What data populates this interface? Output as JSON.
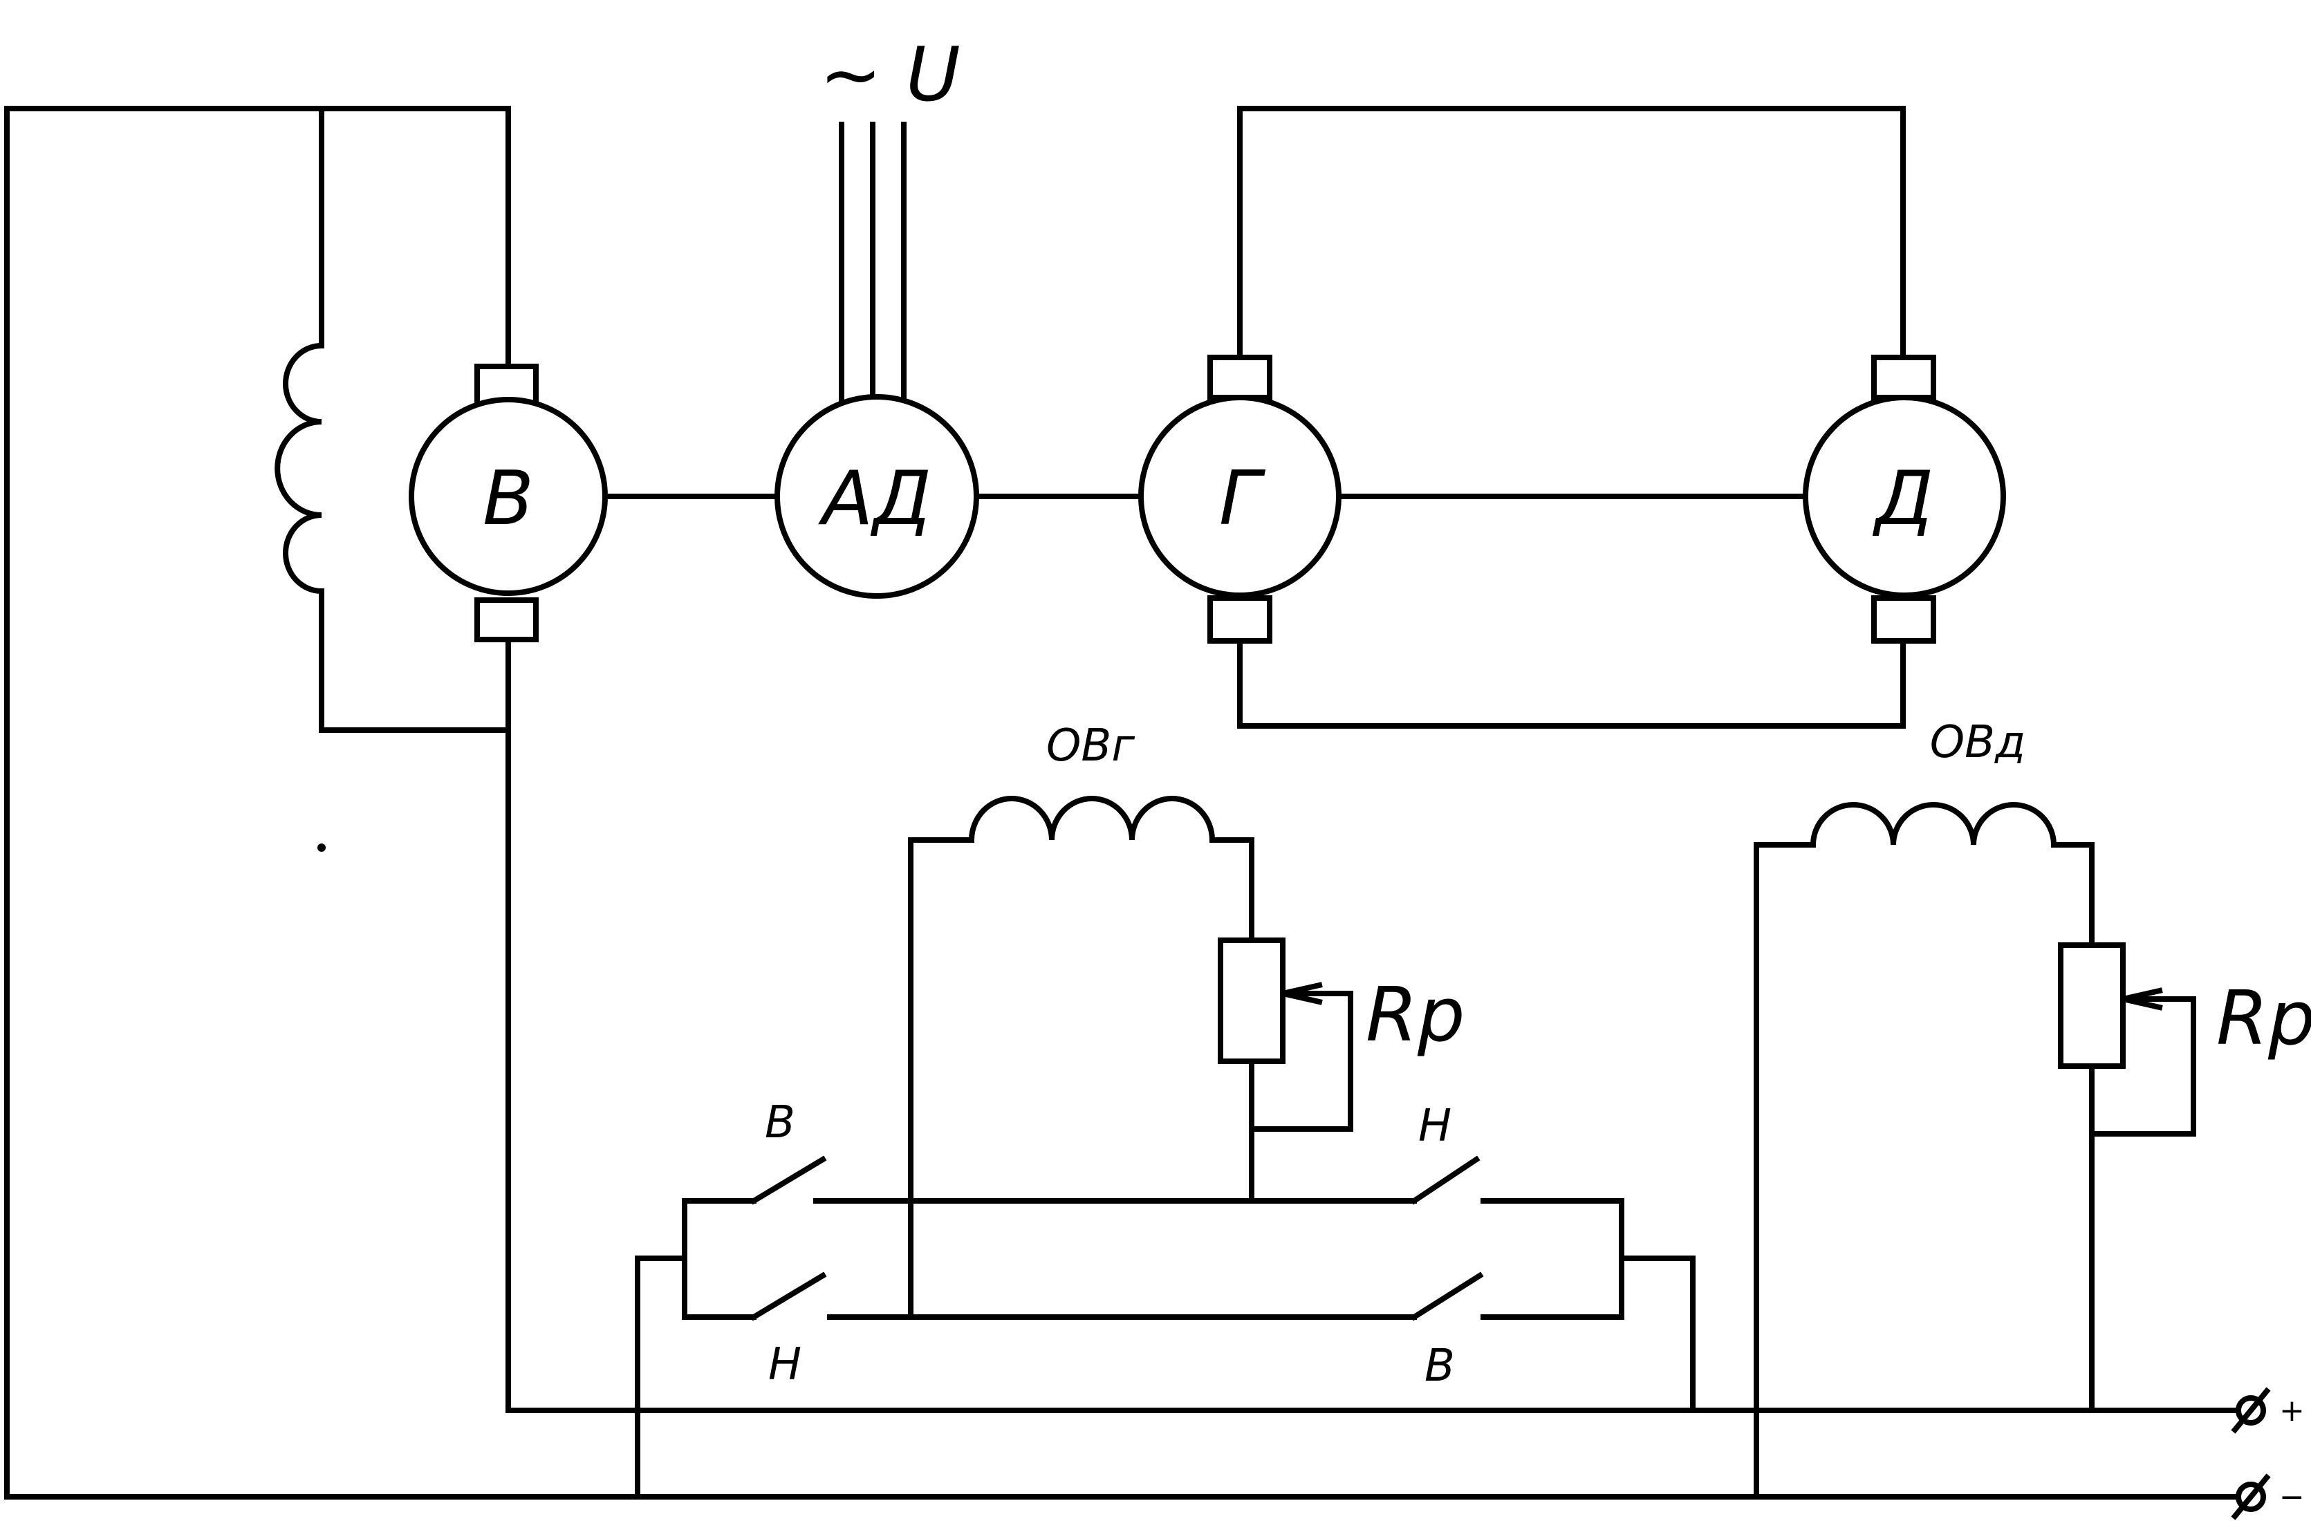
{
  "labels": {
    "supply": "~ U",
    "exciter": "В",
    "motor_ad": "АД",
    "generator": "Г",
    "motor_d": "Д",
    "field_gen": "ОВг",
    "field_motor": "ОВд",
    "rheostat_gen": "Rp",
    "rheostat_motor": "Rp",
    "switch_fwd_left": "В",
    "switch_rev_left": "Н",
    "switch_rev_right": "Н",
    "switch_fwd_right": "В",
    "terminal_plus": "+",
    "terminal_minus": "−"
  }
}
